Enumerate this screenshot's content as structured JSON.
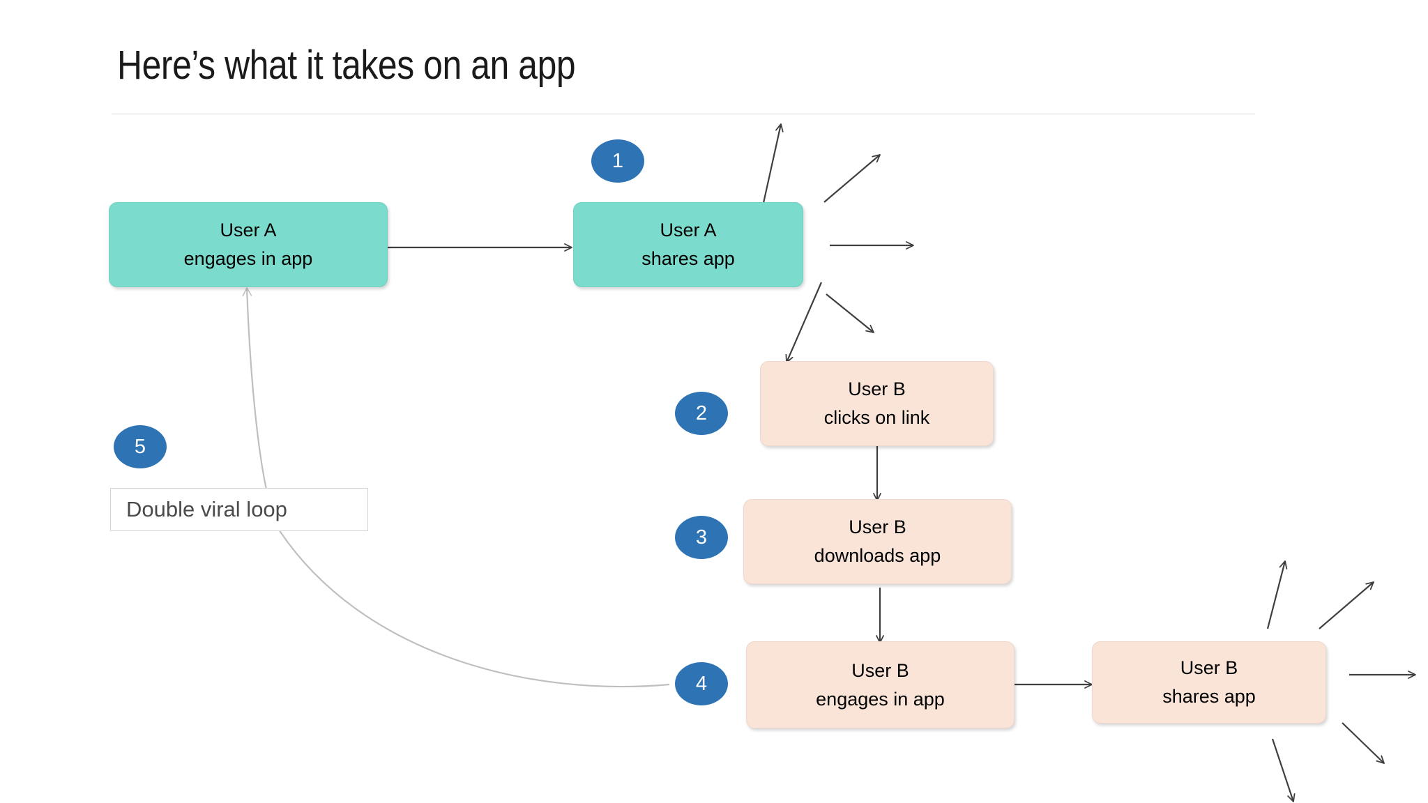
{
  "slide": {
    "title": "Here’s what it takes on an app",
    "background_color": "#ffffff",
    "rule_color": "#d9d9d9"
  },
  "colors": {
    "node_green": "#7BDCCD",
    "node_peach": "#FAE4D8",
    "badge_blue": "#2E74B5",
    "badge_text": "#ffffff",
    "arrow_dark": "#3f3f3f",
    "arrow_light": "#bfbfbf",
    "callout_text": "#4a4a4a",
    "callout_border": "#d3d3d3"
  },
  "nodes": [
    {
      "id": "user-a-engages",
      "line1": "User A",
      "line2": "engages in app",
      "style": "green"
    },
    {
      "id": "user-a-shares",
      "line1": "User A",
      "line2": "shares app",
      "style": "green"
    },
    {
      "id": "user-b-clicks",
      "line1": "User B",
      "line2": "clicks on link",
      "style": "peach"
    },
    {
      "id": "user-b-downloads",
      "line1": "User B",
      "line2": "downloads app",
      "style": "peach"
    },
    {
      "id": "user-b-engages",
      "line1": "User B",
      "line2": "engages in app",
      "style": "peach"
    },
    {
      "id": "user-b-shares",
      "line1": "User B",
      "line2": "shares app",
      "style": "peach"
    }
  ],
  "badges": [
    {
      "id": "badge-1",
      "label": "1"
    },
    {
      "id": "badge-2",
      "label": "2"
    },
    {
      "id": "badge-3",
      "label": "3"
    },
    {
      "id": "badge-4",
      "label": "4"
    },
    {
      "id": "badge-5",
      "label": "5"
    }
  ],
  "callout": {
    "label": "Double viral loop"
  },
  "chart_data": {
    "type": "diagram",
    "title": "Here’s what it takes on an app",
    "diagram_kind": "viral-loop-flowchart",
    "nodes": [
      {
        "id": "user-a-engages",
        "text": "User A engages in app",
        "fill": "#7BDCCD",
        "step": null
      },
      {
        "id": "user-a-shares",
        "text": "User A shares app",
        "fill": "#7BDCCD",
        "step": "1"
      },
      {
        "id": "user-b-clicks",
        "text": "User B clicks on link",
        "fill": "#FAE4D8",
        "step": "2"
      },
      {
        "id": "user-b-downloads",
        "text": "User B downloads app",
        "fill": "#FAE4D8",
        "step": "3"
      },
      {
        "id": "user-b-engages",
        "text": "User B engages in app",
        "fill": "#FAE4D8",
        "step": "4"
      },
      {
        "id": "user-b-shares",
        "text": "User B shares app",
        "fill": "#FAE4D8",
        "step": null
      }
    ],
    "edges": [
      {
        "from": "user-a-engages",
        "to": "user-a-shares",
        "kind": "straight"
      },
      {
        "from": "user-a-shares",
        "to": "user-b-clicks",
        "kind": "straight"
      },
      {
        "from": "user-b-clicks",
        "to": "user-b-downloads",
        "kind": "straight"
      },
      {
        "from": "user-b-downloads",
        "to": "user-b-engages",
        "kind": "straight"
      },
      {
        "from": "user-b-engages",
        "to": "user-b-shares",
        "kind": "straight"
      },
      {
        "from": "user-b-engages",
        "to": "user-a-engages",
        "kind": "curved",
        "label": "Double viral loop",
        "step": "5"
      }
    ],
    "fanout": [
      {
        "from": "user-a-shares",
        "count": 4,
        "directions": [
          "up",
          "up-right",
          "right",
          "down-right"
        ]
      },
      {
        "from": "user-b-shares",
        "count": 4,
        "directions": [
          "up",
          "up-right",
          "right",
          "down-right",
          "down"
        ]
      }
    ]
  }
}
